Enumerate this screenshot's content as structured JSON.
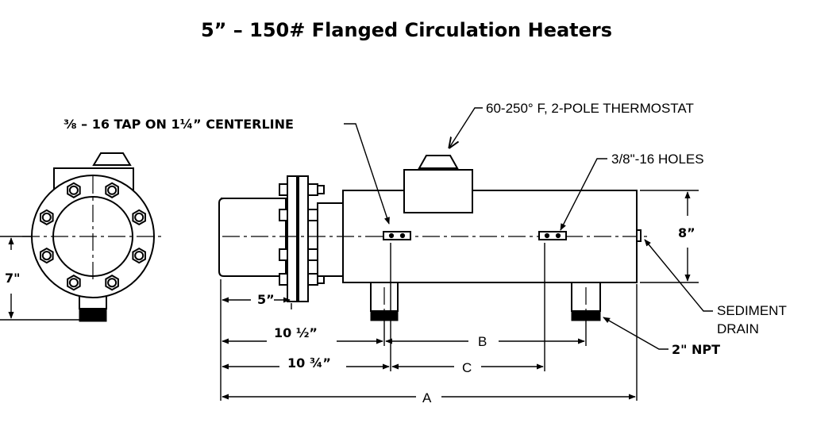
{
  "title": "5” – 150# Flanged Circulation Heaters",
  "labels": {
    "tap": "⅜ – 16 TAP ON 1¼” CENTERLINE",
    "thermostat": "60-250° F, 2-POLE THERMOSTAT",
    "holes": "3/8\"-16 HOLES",
    "height": "8”",
    "side_height": "7\"",
    "flange_offset": "5”",
    "dim_10_half": "10 ½”",
    "dim_10_3q": "10 ¾”",
    "dim_b": "B",
    "dim_c": "C",
    "dim_a": "A",
    "sediment_line1": "SEDIMENT",
    "sediment_line2": "DRAIN",
    "npt": "2\" NPT"
  }
}
